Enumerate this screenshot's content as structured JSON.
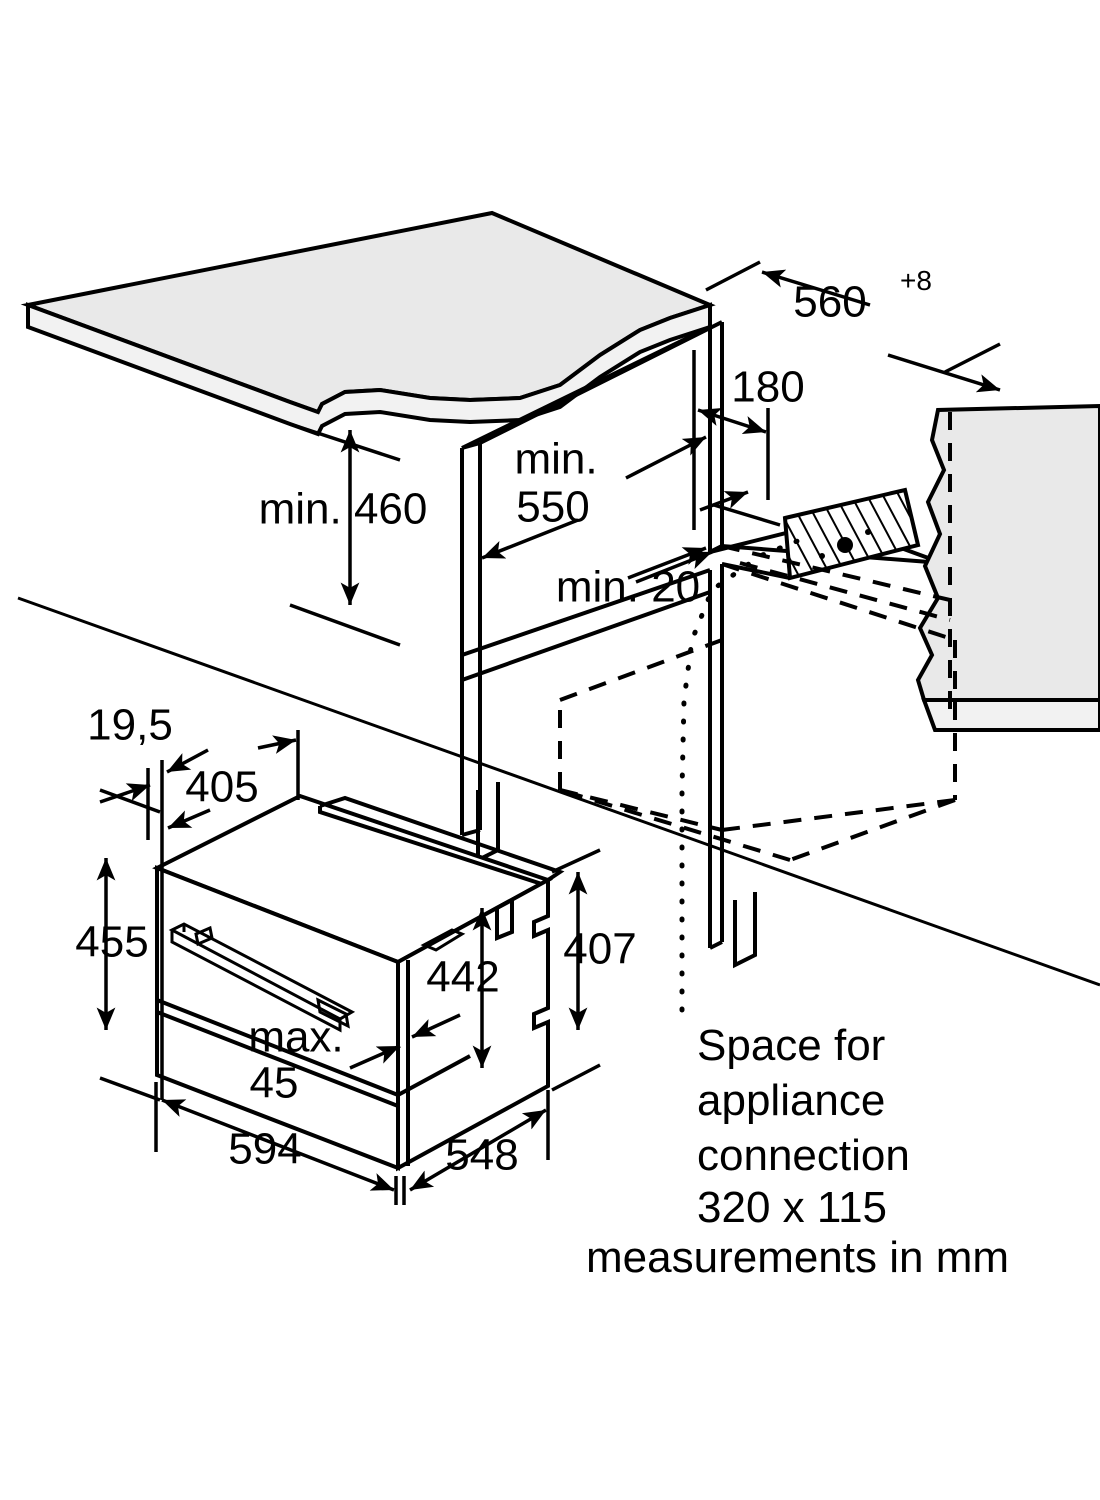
{
  "diagram": {
    "title": "Built-in appliance installation dimensions",
    "units_note": "measurements in mm",
    "line_color": "#000000",
    "panel_fill": "#e9e9e9",
    "background": "#ffffff"
  },
  "dimensions": {
    "niche_width": "560",
    "niche_width_tolerance": "+8",
    "shelf_offset": "180",
    "min_height_under_worktop": "min. 460",
    "min_depth_label_line1": "min.",
    "min_depth_label_line2": "550",
    "min_rear_gap": "min. 20",
    "front_panel_thickness": "19,5",
    "appliance_top_depth": "405",
    "appliance_front_height": "455",
    "appliance_body_height": "442",
    "appliance_rear_height": "407",
    "max_door_gap_line1": "max.",
    "max_door_gap_line2": "45",
    "appliance_width": "594",
    "appliance_depth": "548"
  },
  "annotations": {
    "connection_space": {
      "line1": "Space for",
      "line2": "appliance",
      "line3": "connection",
      "line4": "320 x 115"
    },
    "units": "measurements in mm"
  }
}
